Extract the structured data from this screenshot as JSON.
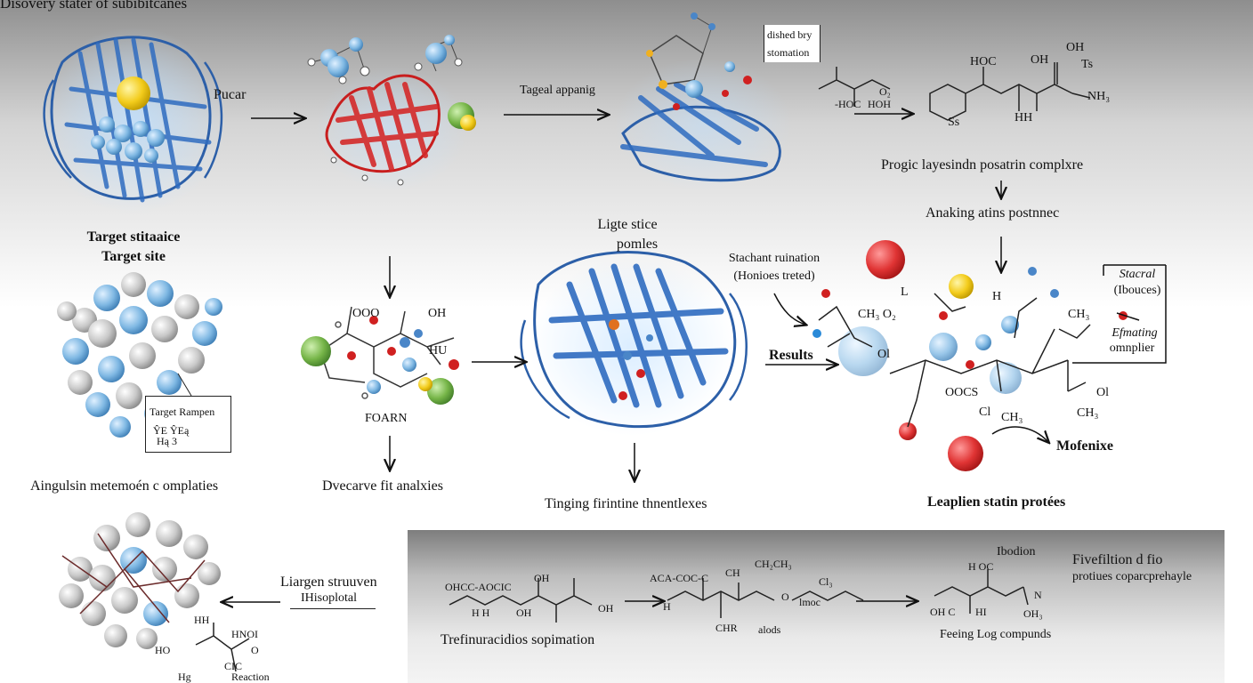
{
  "title": "Disovery stater of subibitcanes",
  "labels": {
    "pucar": "Pucar",
    "tageal": "Tageal appanig",
    "dished_line1": "dished bry",
    "dished_line2": "stomation",
    "progic": "Progic layesindn posatrin complxre",
    "anaking": "Anaking atins postnnec",
    "target_line1": "Target stitaaice",
    "target_line2": "Target site",
    "ligte_line1": "Ligte stice",
    "ligte_line2": "pomles",
    "stachant_line1": "Stachant ruination",
    "stachant_line2": "(Honioes treted)",
    "results": "Results",
    "stacral_line1": "Stacral",
    "stacral_line2": "(Ibouces)",
    "efmating_line1": "Efmating",
    "efmating_line2": "omnplier",
    "target_rampen": "Target Rampen",
    "aingulsin": "Aingulsin metemoén c omplaties",
    "dvecarve": "Dvecarve fit analxies",
    "tinging": "Tinging firintine thnentlexes",
    "mofenixe": "Mofenixe",
    "leaplien": "Leaplien statin protées",
    "liargen_line1": "Liargen struuven",
    "liargen_line2": "IHisoplotal",
    "trefinurac": "Trefinuracidios sopimation",
    "fivefiltion_line1": "Fivefiltion d fio",
    "fivefiltion_line2": "protiues coparcprehayle",
    "feeing": "Feeing Log compunds",
    "ibodion": "Ibodion",
    "foarn": "FOARN",
    "chem": {
      "hoc": "HOC",
      "oh": "OH",
      "ts": "Ts",
      "nh": "NH₃",
      "hh": "HH",
      "ss": "Ss",
      "hoc2": "-HOC",
      "hoh": "HOH",
      "oc": "O₂",
      "ooo": "OOO",
      "oh2": "OH",
      "hu": "HU",
      "ch3o": "CH₃ O₂",
      "ol": "Ol",
      "ch3": "CH₃",
      "oocs": "OOCS",
      "ch2": "CH₃",
      "cl": "Cl",
      "ch3b": "CH₃",
      "h": "H",
      "l": "L",
      "n": "N",
      "ohcc": "OHCC-AOCIC",
      "ohb": "OH",
      "hh2": "H H",
      "oh3": "OH",
      "oh4": "OH",
      "ac": "ACA-COC-C",
      "ch": "CH",
      "chch3": "CH₂CH₃",
      "cl3": "Cl₃",
      "h2": "H",
      "chr": "CHR",
      "alods": "alods",
      "o": "O",
      "lmoc": "lmoc",
      "hoc3": "H OC",
      "hi": "HI",
      "oho": "OH C",
      "n2": "N",
      "ohs": "OH₃",
      "hh3": "HH",
      "hnoi": "HNOI",
      "ho": "HO",
      "o2": "O",
      "oci": "CIC",
      "hg": "Hg",
      "reaction": "Reaction",
      "sc": "ŶE  ŶEą",
      "hs": "Hą 3"
    }
  }
}
